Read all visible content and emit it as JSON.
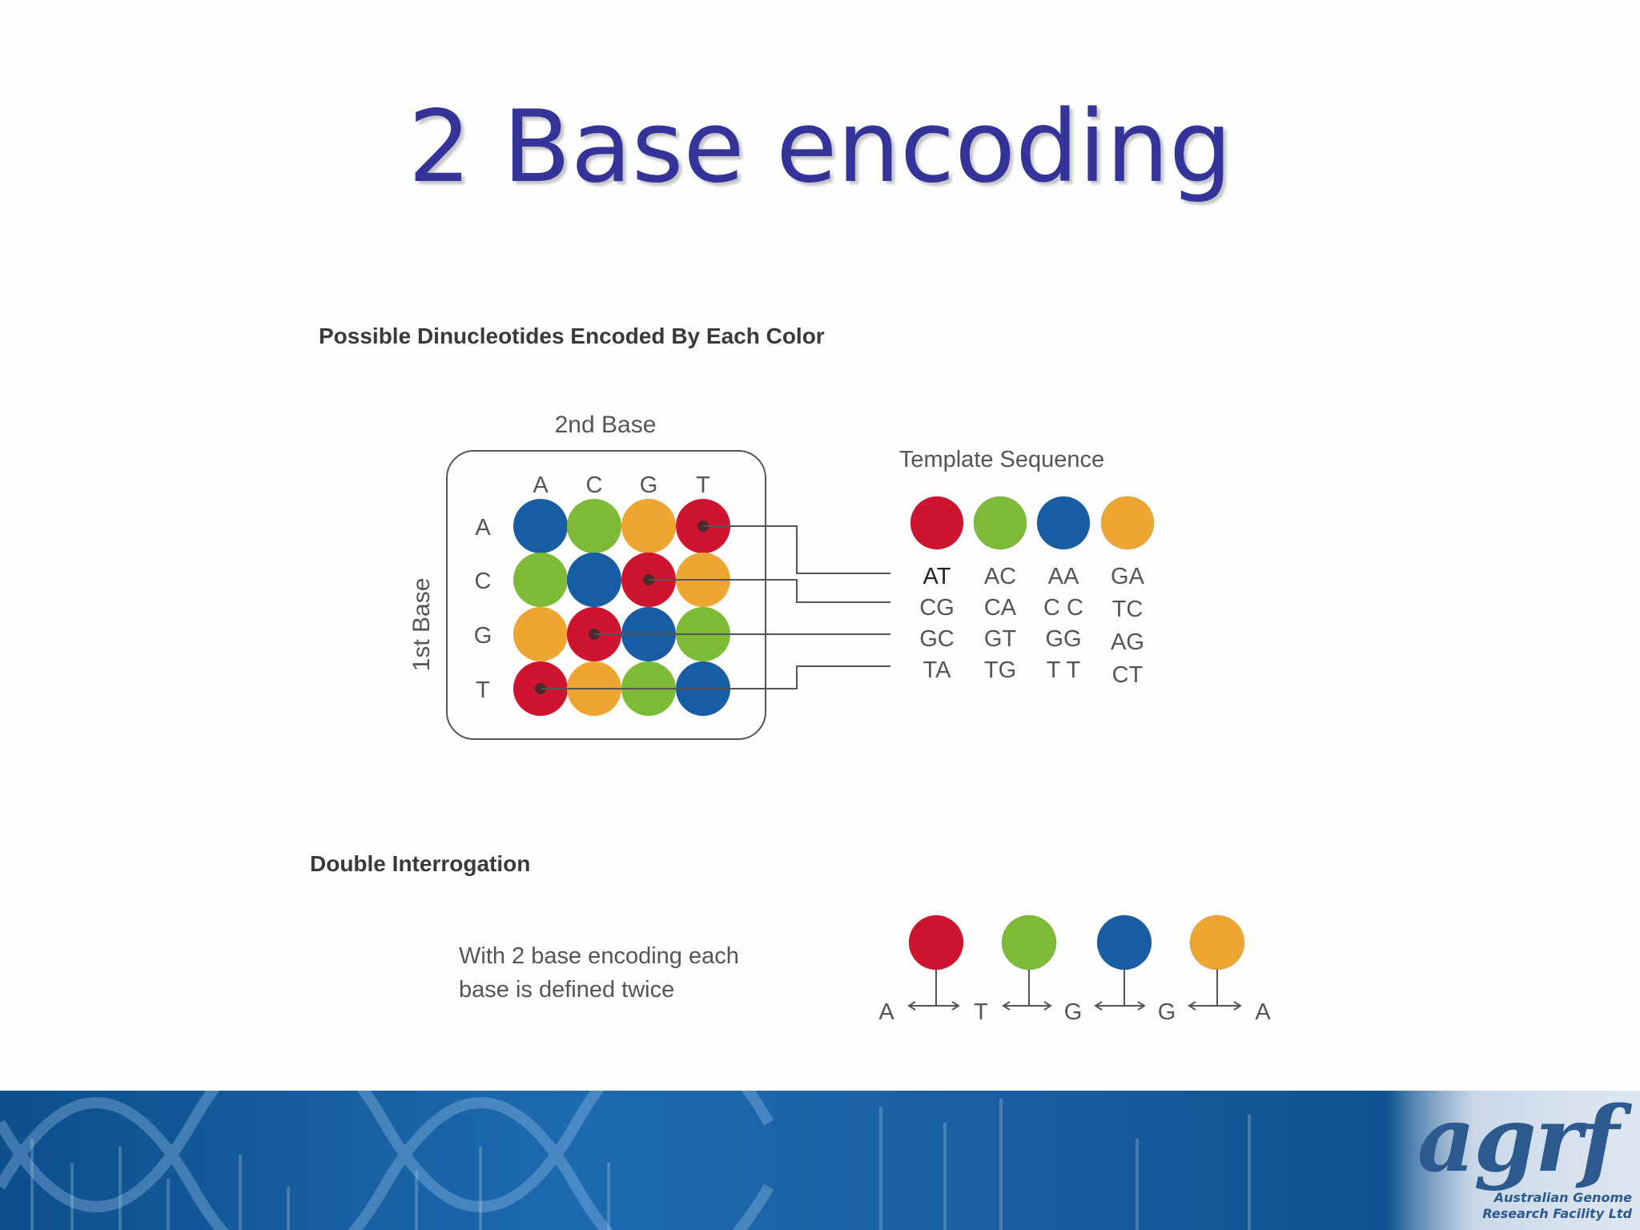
{
  "title": "2 Base encoding",
  "section1": "Possible Dinucleotides Encoded By Each Color",
  "section2": "Double  Interrogation",
  "matrix": {
    "top_label": "2nd Base",
    "side_label": "1st Base",
    "columns": [
      "A",
      "C",
      "G",
      "T"
    ],
    "rows": [
      "A",
      "C",
      "G",
      "T"
    ],
    "cells": [
      [
        "blue",
        "green",
        "orange",
        "red"
      ],
      [
        "green",
        "blue",
        "red",
        "orange"
      ],
      [
        "orange",
        "red",
        "blue",
        "green"
      ],
      [
        "red",
        "orange",
        "green",
        "blue"
      ]
    ]
  },
  "template": {
    "label": "Template Sequence",
    "colors": [
      "red",
      "green",
      "blue",
      "orange"
    ],
    "dinucleotides": [
      [
        "AT",
        "CG",
        "GC",
        "TA"
      ],
      [
        "AC",
        "CA",
        "GT",
        "TG"
      ],
      [
        "AA",
        "C C",
        "GG",
        "T T"
      ],
      [
        "GA",
        "TC",
        "AG",
        "CT"
      ]
    ]
  },
  "interrogation": {
    "text_line1": "With 2 base encoding each",
    "text_line2": "base is defined twice",
    "colors": [
      "red",
      "green",
      "blue",
      "orange"
    ],
    "bases": [
      "A",
      "T",
      "G",
      "G",
      "A"
    ]
  },
  "palette": {
    "red": "#cf1430",
    "green": "#7dbb36",
    "blue": "#175da3",
    "orange": "#efa631",
    "title": "#333399"
  },
  "logo": {
    "text": "agrf",
    "sub1": "Australian Genome",
    "sub2": "Research Facility Ltd"
  }
}
